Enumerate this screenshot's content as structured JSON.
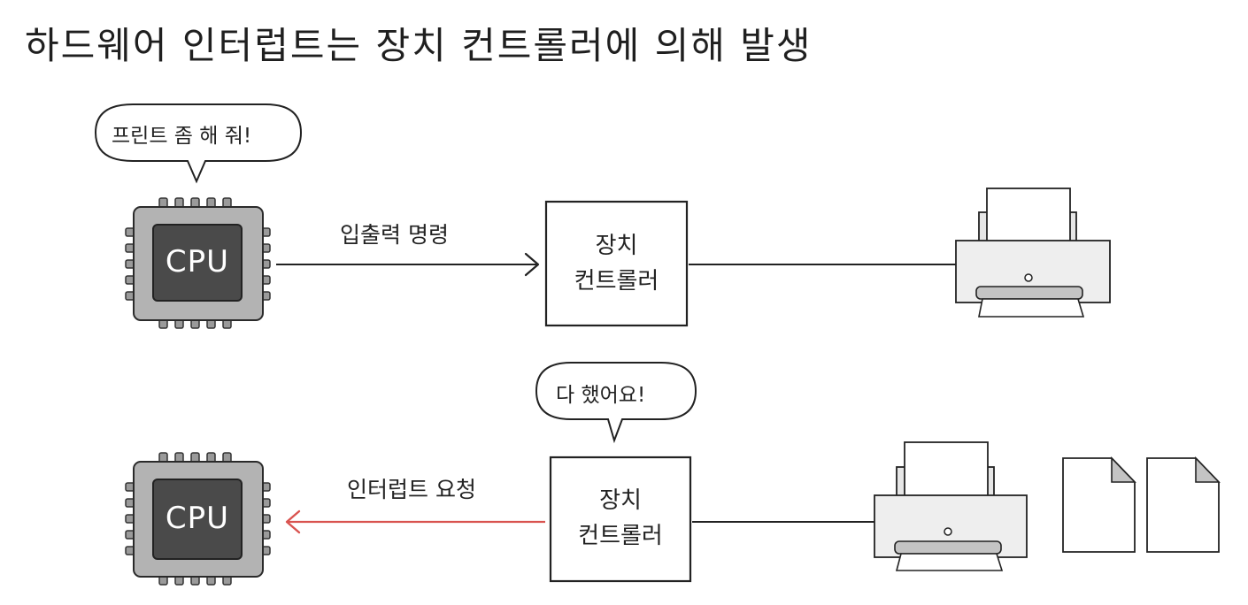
{
  "title": "하드웨어 인터럽트는 장치 컨트롤러에 의해 발생",
  "top_row": {
    "bubble": "프린트 좀 해 줘!",
    "cpu_label": "CPU",
    "arrow_label": "입출력 명령",
    "controller_line1": "장치",
    "controller_line2": "컨트롤러"
  },
  "bottom_row": {
    "bubble": "다 했어요!",
    "cpu_label": "CPU",
    "arrow_label": "인터럽트 요청",
    "controller_line1": "장치",
    "controller_line2": "컨트롤러"
  },
  "colors": {
    "cpu_body": "#b3b3b3",
    "cpu_die": "#4a4a4a",
    "request_arrow": "#d9534f",
    "printer_body": "#eeeeee",
    "printer_tray": "#c4c4c4"
  },
  "icons": [
    "cpu-chip-icon",
    "printer-icon",
    "document-icon",
    "speech-bubble-icon",
    "arrow-icon"
  ]
}
